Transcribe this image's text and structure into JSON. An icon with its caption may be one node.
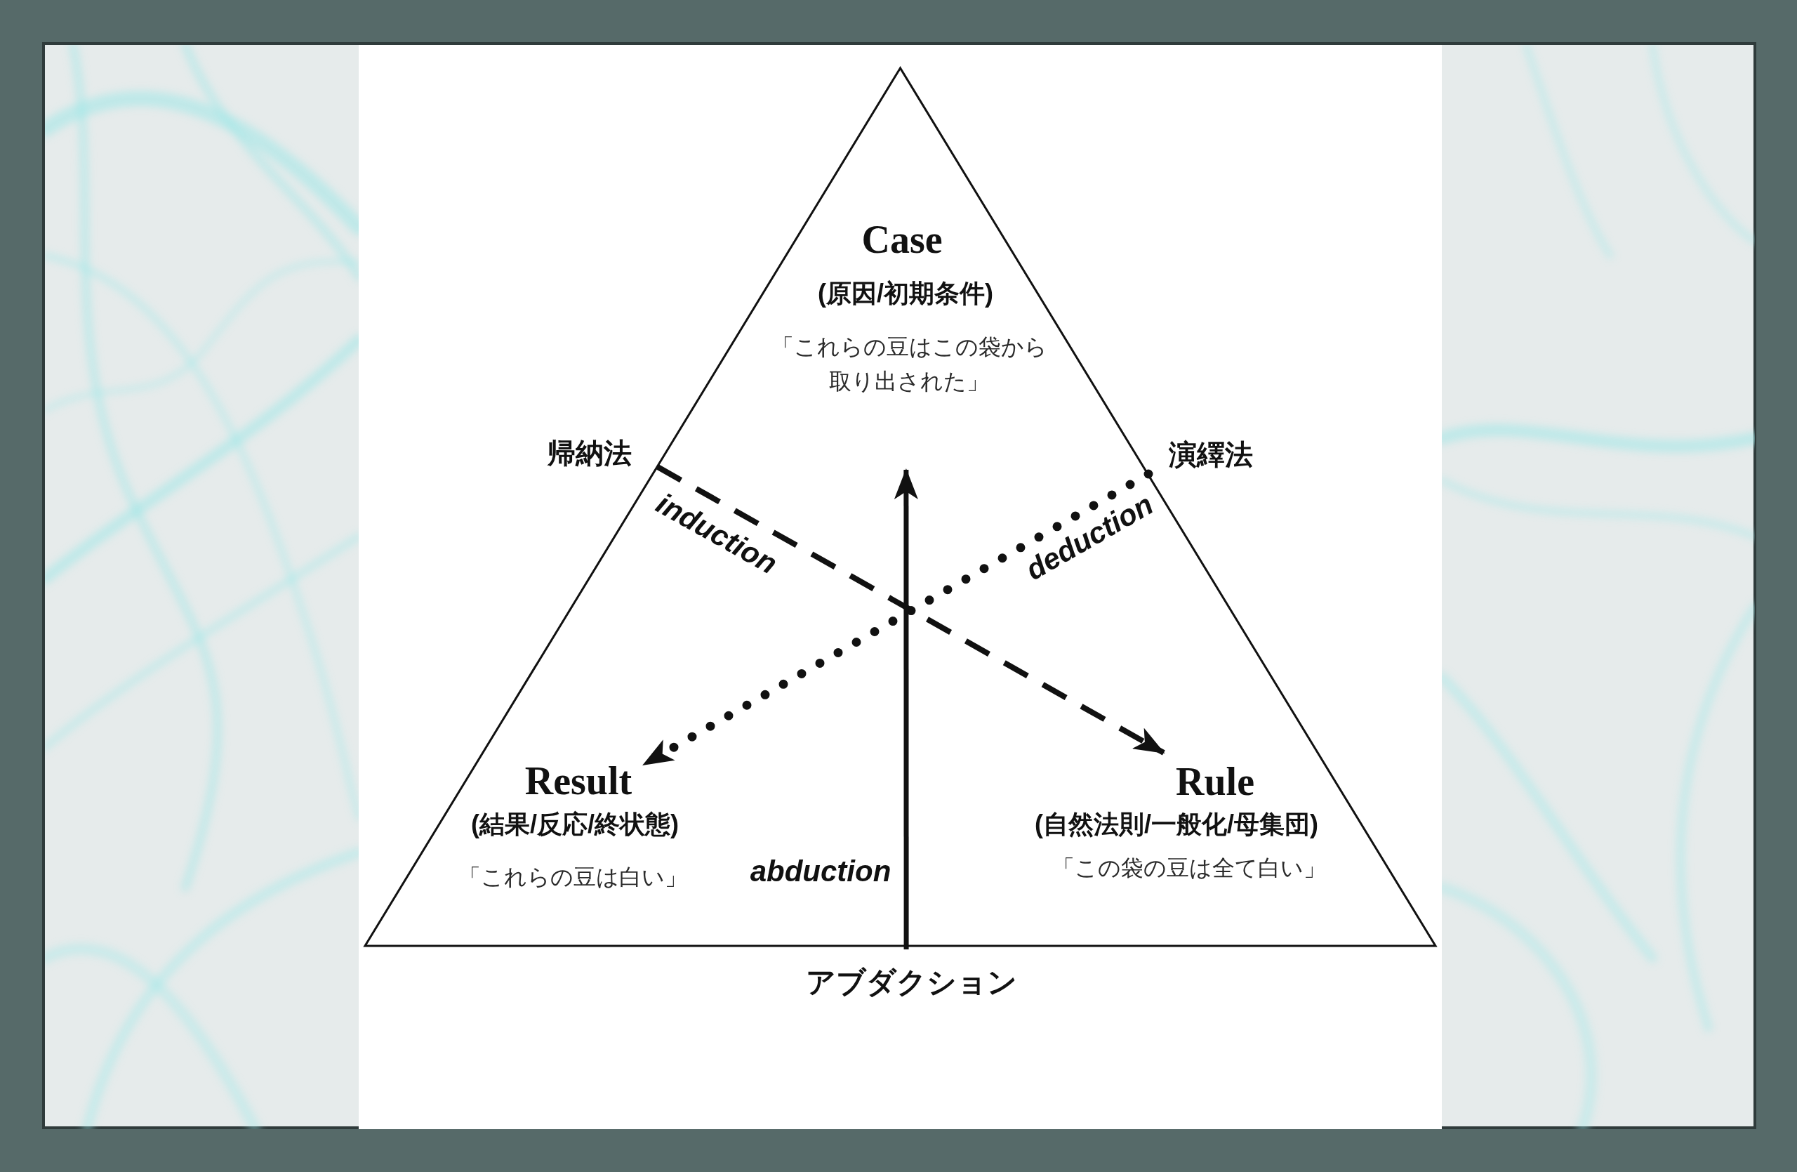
{
  "diagram": {
    "nodes": [
      {
        "text": [],
        "shape": "triangle"
      },
      {
        "text": [
          "Case",
          "(原因/初期条件)",
          "「これらの豆はこの袋から取り出された」"
        ],
        "in": 0
      },
      {
        "text": [
          "帰納法"
        ]
      },
      {
        "text": [
          "演繹法"
        ]
      },
      {
        "text": [
          "Result",
          "(結果/反応/終状態)",
          "「これらの豆は白い」"
        ],
        "in": 0
      },
      {
        "text": [
          "Rule",
          "(自然法則/一般化/母集団)",
          "「この袋の豆は全て白い」"
        ],
        "in": 0
      },
      {
        "text": [
          "アブダクション"
        ]
      }
    ],
    "edges": [
      {
        "from": 2,
        "to": 5,
        "arrow": "to",
        "label": "induction",
        "style": "dashed"
      },
      {
        "from": 3,
        "to": 4,
        "arrow": "to",
        "label": "deduction",
        "style": "dashed"
      },
      {
        "from": 6,
        "to": 1,
        "arrow": "to",
        "label": "abduction"
      }
    ]
  }
}
